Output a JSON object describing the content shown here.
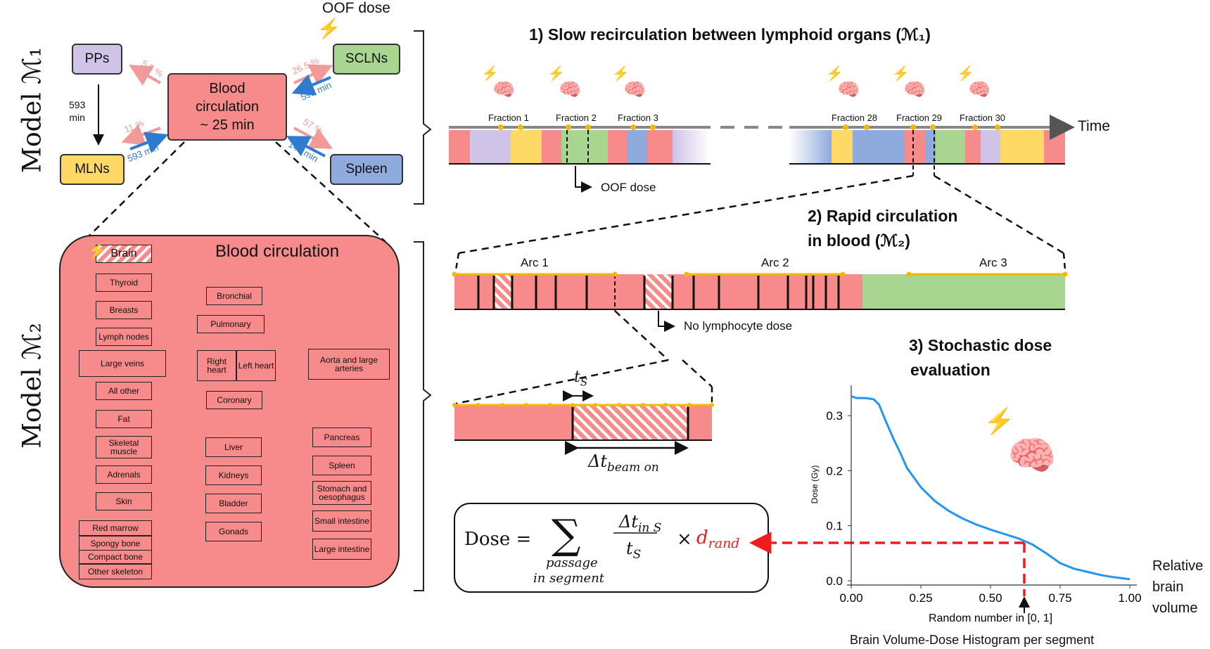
{
  "models": {
    "m1": "Model ℳ₁",
    "m2": "Model ℳ₂"
  },
  "top": {
    "oof_dose_label": "OOF dose",
    "pps": "PPs",
    "mlns": "MLNs",
    "sclns": "SCLNs",
    "spleen": "Spleen",
    "blood": [
      "Blood",
      "circulation",
      "~ 25 min"
    ],
    "pps_mlns_time": [
      "593",
      "min"
    ],
    "flows": {
      "pps_pct": "5.5 %",
      "mlns_pct": "11 %",
      "mlns_time": "593 min",
      "sclns_pct": "26.5 %",
      "sclns_time": "593 min",
      "spleen_pct": "57 %",
      "spleen_time": "144 min"
    }
  },
  "blood_panel": {
    "title": "Blood circulation",
    "left_organs": [
      "Brain",
      "Thyroid",
      "Breasts",
      "Lymph nodes",
      "Large veins",
      "All other",
      "Fat",
      "Skeletal muscle",
      "Adrenals",
      "Skin",
      "Red marrow",
      "Spongy bone",
      "Compact bone",
      "Other skeleton"
    ],
    "center_organs": [
      "Bronchial",
      "Pulmonary",
      "Right heart",
      "Left heart",
      "Aorta and large arteries",
      "Coronary",
      "Liver",
      "Kidneys",
      "Bladder",
      "Gonads"
    ],
    "right_organs": [
      "Pancreas",
      "Spleen",
      "Stomach and oesophagus",
      "Small intestine",
      "Large intestine"
    ]
  },
  "section1": {
    "title": "1) Slow recirculation between lymphoid organs (ℳ₁)",
    "fractions_left": [
      "Fraction 1",
      "Fraction 2",
      "Fraction 3"
    ],
    "fractions_right": [
      "Fraction 28",
      "Fraction 29",
      "Fraction 30"
    ],
    "time_label": "Time",
    "oof_label": "OOF dose"
  },
  "section2": {
    "title_line1": "2) Rapid circulation",
    "title_line2": "in blood (ℳ₂)",
    "arcs": [
      "Arc 1",
      "Arc 2",
      "Arc 3"
    ],
    "no_dose_label": "No lymphocyte dose",
    "ts_label": "t",
    "ts_sub": "S",
    "beam_label": "Δt",
    "beam_sub": "beam on"
  },
  "section3": {
    "title_line1": "3) Stochastic dose",
    "title_line2": "evaluation",
    "formula": {
      "lhs": "Dose =",
      "sum": "∑",
      "sum_sub_1": "passage",
      "sum_sub_2": "in segment",
      "num": "Δt",
      "num_sub": "in S",
      "den": "t",
      "den_sub": "S",
      "times": "×",
      "drand": "d",
      "drand_sub": "rand"
    },
    "side_label": [
      "Relative",
      "brain",
      "volume"
    ],
    "caption": "Brain Volume-Dose Histogram per segment"
  },
  "chart_data": {
    "type": "line",
    "title": "",
    "xlabel": "Random number in [0, 1]",
    "ylabel": "Dose (Gy)",
    "xlim": [
      0,
      1
    ],
    "ylim": [
      0,
      0.35
    ],
    "xticks": [
      "0.00",
      "0.25",
      "0.50",
      "0.75",
      "1.00"
    ],
    "yticks": [
      "0.0",
      "0.1",
      "0.2",
      "0.3"
    ],
    "series": [
      {
        "name": "",
        "color": "#2196f3",
        "x": [
          0.0,
          0.02,
          0.05,
          0.08,
          0.1,
          0.12,
          0.15,
          0.18,
          0.2,
          0.25,
          0.3,
          0.35,
          0.4,
          0.45,
          0.5,
          0.55,
          0.6,
          0.65,
          0.7,
          0.75,
          0.8,
          0.85,
          0.9,
          0.95,
          1.0
        ],
        "y": [
          0.335,
          0.332,
          0.332,
          0.33,
          0.32,
          0.295,
          0.26,
          0.228,
          0.205,
          0.17,
          0.145,
          0.127,
          0.113,
          0.102,
          0.093,
          0.085,
          0.077,
          0.066,
          0.05,
          0.032,
          0.022,
          0.016,
          0.01,
          0.006,
          0.003
        ]
      }
    ],
    "annotation": {
      "x": 0.62,
      "y": 0.075
    }
  },
  "colors": {
    "pink": "#f78a8a",
    "green": "#a8d590",
    "yellow": "#ffd966",
    "lavender": "#cfc3e8",
    "blue": "#8faadc",
    "orange": "#f5b800",
    "arrow_red": "#f29a9a",
    "arrow_blue": "#2e7bd0",
    "dash_red": "#ee1c1c"
  }
}
